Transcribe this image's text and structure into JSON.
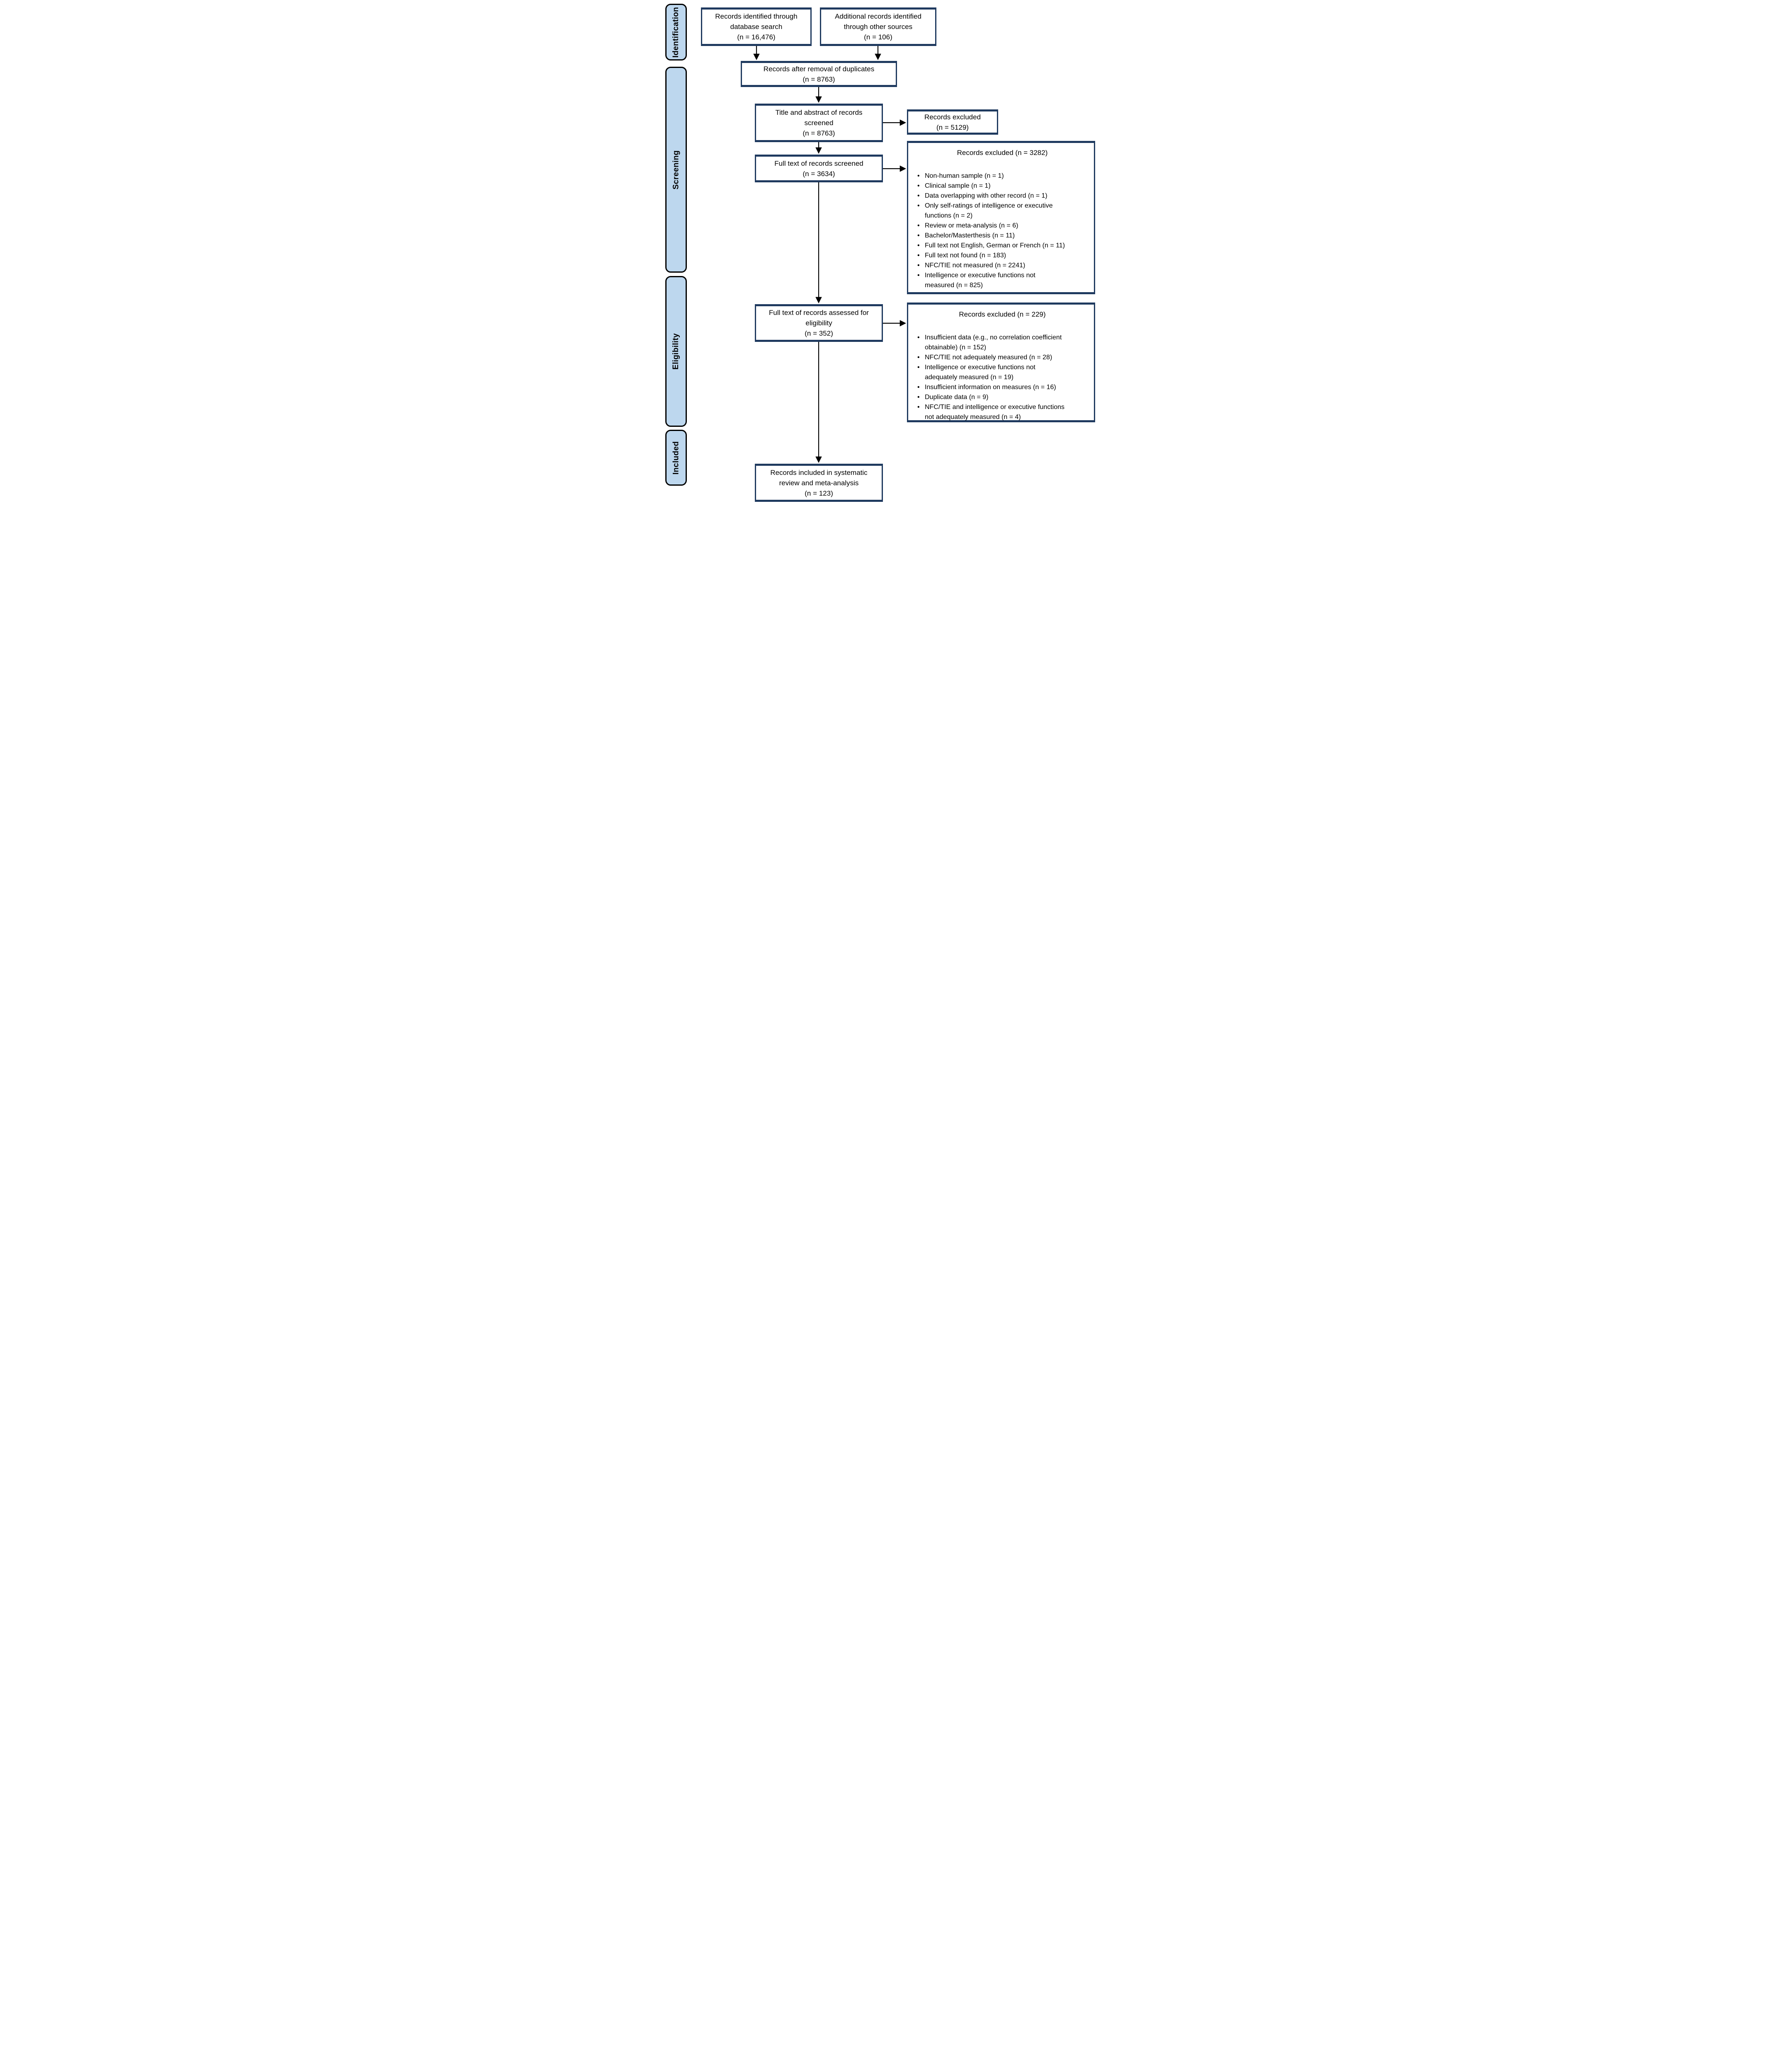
{
  "figure": {
    "stages": {
      "identification": "Identification",
      "screening": "Screening",
      "eligibility": "Eligibility",
      "included": "Included"
    },
    "boxes": {
      "db_search": "Records identified through\ndatabase search\n(n = 16,476)",
      "other_sources": "Additional records identified\nthrough other sources\n(n = 106)",
      "after_duplicates": "Records after removal of duplicates\n(n = 8763)",
      "title_abstract_screened": "Title and abstract of records\nscreened\n(n = 8763)",
      "excluded_screening": "Records excluded\n(n = 5129)",
      "fulltext_screened": "Full text of records screened\n(n = 3634)",
      "excluded_fulltext": {
        "title": "Records excluded (n = 3282)",
        "reasons": [
          "Non-human sample (n = 1)",
          "Clinical sample (n = 1)",
          "Data overlapping with other record (n = 1)",
          "Only self-ratings of intelligence or executive\nfunctions (n = 2)",
          "Review or meta-analysis (n = 6)",
          "Bachelor/Masterthesis (n = 11)",
          "Full text not English, German or French (n = 11)",
          "Full text not found (n = 183)",
          "NFC/TIE not measured (n = 2241)",
          "Intelligence or executive functions not\nmeasured (n = 825)"
        ]
      },
      "assessed_eligibility": "Full text of records assessed for\neligibility\n(n = 352)",
      "excluded_eligibility": {
        "title": "Records excluded (n = 229)",
        "reasons": [
          "Insufficient data (e.g., no correlation coefficient\nobtainable) (n = 152)",
          "NFC/TIE not adequately measured (n = 28)",
          "Intelligence or executive functions not\nadequately measured (n = 19)",
          "Insufficient information on measures (n = 16)",
          "Duplicate data (n = 9)",
          "NFC/TIE and intelligence or executive functions\nnot adequately measured (n = 4)"
        ]
      },
      "included_review": "Records included in systematic\nreview and meta-analysis\n(n = 123)"
    },
    "colors": {
      "sidebar_fill": "#BDD7EE",
      "sidebar_border": "#000000",
      "box_border": "#1F3A5F",
      "arrow": "#000000",
      "text": "#000000"
    }
  }
}
